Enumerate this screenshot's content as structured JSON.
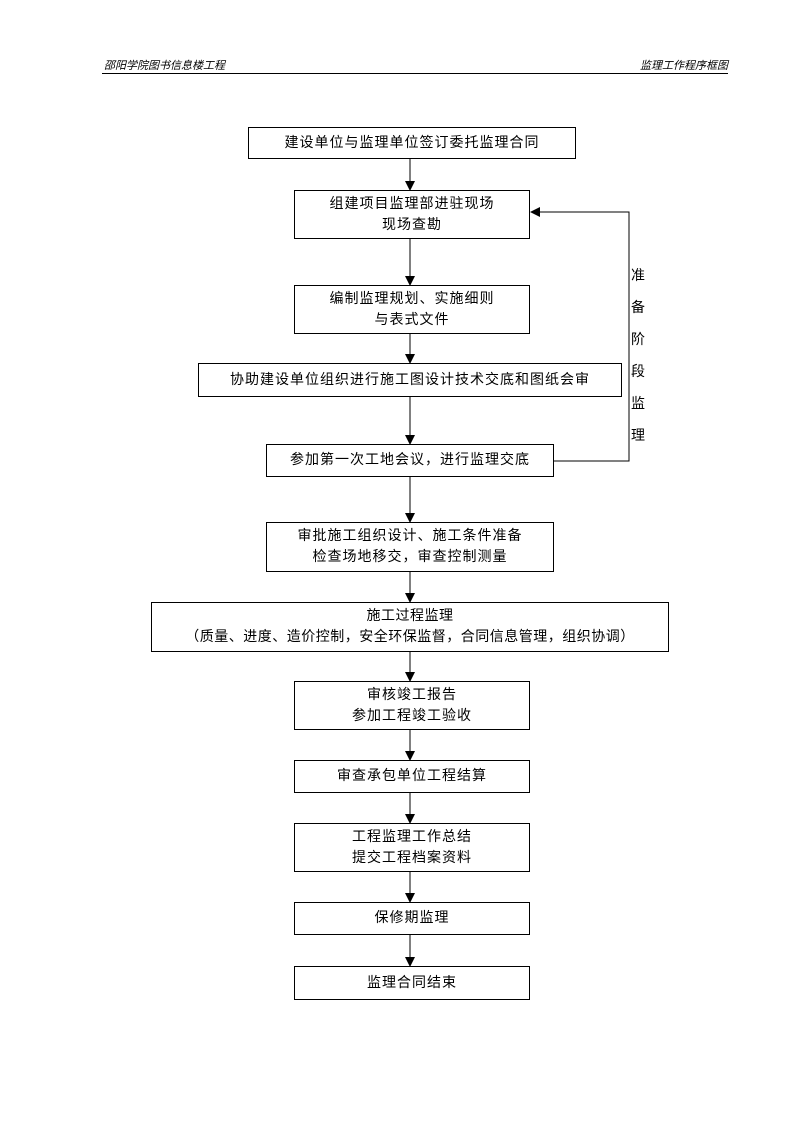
{
  "header": {
    "left": "邵阳学院图书信息楼工程",
    "right": "监理工作程序框图"
  },
  "steps": [
    {
      "lines": [
        "建设单位与监理单位签订委托监理合同"
      ]
    },
    {
      "lines": [
        "组建项目监理部进驻现场",
        "现场查勘"
      ]
    },
    {
      "lines": [
        "编制监理规划、实施细则",
        "与表式文件"
      ]
    },
    {
      "lines": [
        "协助建设单位组织进行施工图设计技术交底和图纸会审"
      ]
    },
    {
      "lines": [
        "参加第一次工地会议，进行监理交底"
      ]
    },
    {
      "lines": [
        "审批施工组织设计、施工条件准备",
        "检查场地移交，审查控制测量"
      ]
    },
    {
      "lines": [
        "施工过程监理",
        "（质量、进度、造价控制，安全环保监督，合同信息管理，组织协调）"
      ]
    },
    {
      "lines": [
        "审核竣工报告",
        "参加工程竣工验收"
      ]
    },
    {
      "lines": [
        "审查承包单位工程结算"
      ]
    },
    {
      "lines": [
        "工程监理工作总结",
        "提交工程档案资料"
      ]
    },
    {
      "lines": [
        "保修期监理"
      ]
    },
    {
      "lines": [
        "监理合同结束"
      ]
    }
  ],
  "side_label": {
    "chars": [
      "准",
      "备",
      "阶",
      "段",
      "监",
      "理"
    ]
  }
}
